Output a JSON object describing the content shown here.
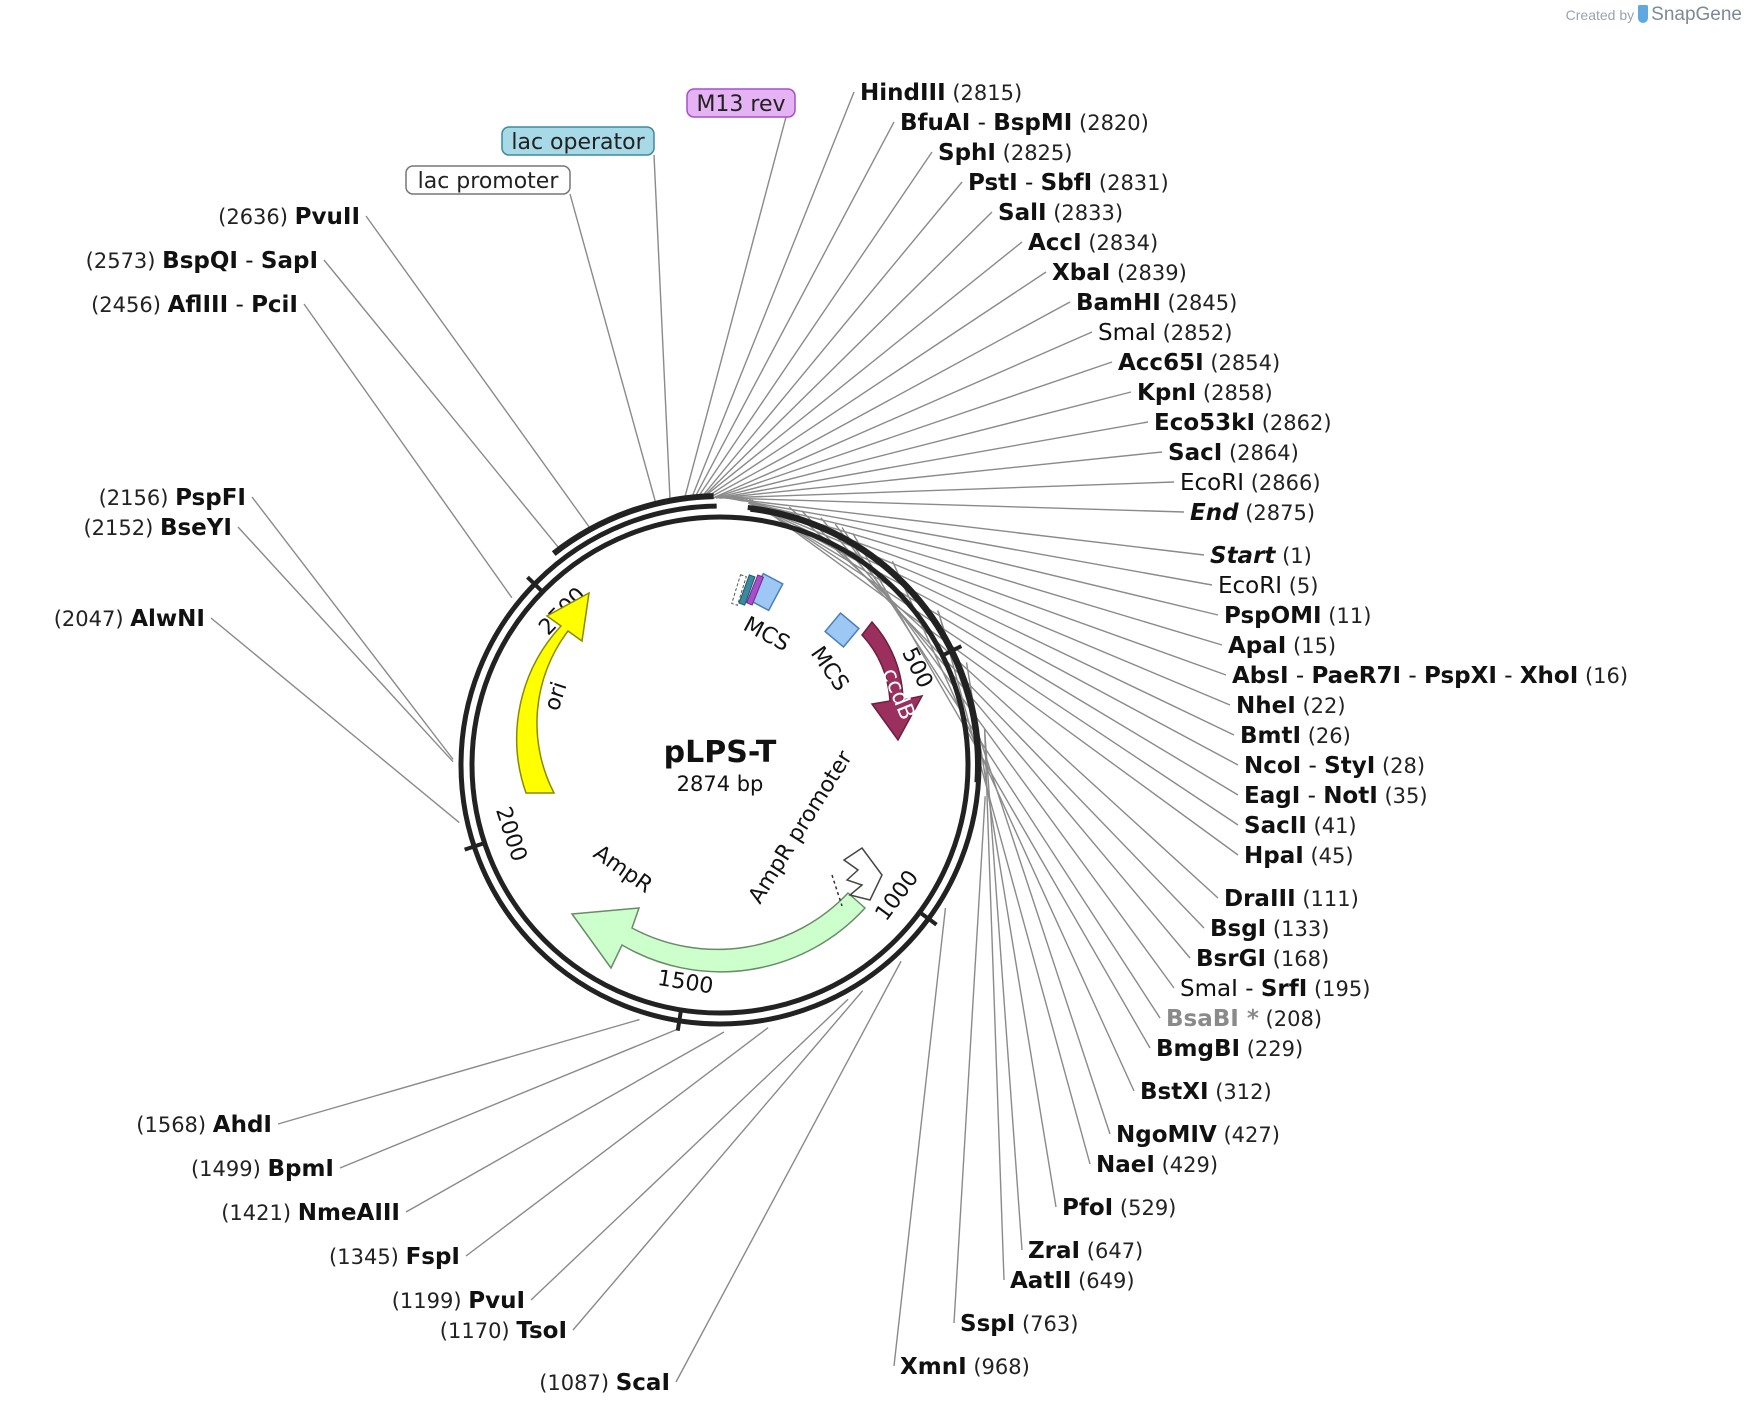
{
  "credit": {
    "prefix": "Created by",
    "brand": "SnapGene"
  },
  "plasmid": {
    "name": "pLPS-T",
    "length_label": "2874 bp",
    "length": 2874
  },
  "ticks": [
    "500",
    "1000",
    "1500",
    "2000",
    "2500"
  ],
  "boxed_features": [
    {
      "label": "M13 rev",
      "fill": "#e5b3f4",
      "stroke": "#a64fc9",
      "pos": 2803
    },
    {
      "label": "lac operator",
      "fill": "#a8d9e6",
      "stroke": "#3b8aa0",
      "pos": 2779
    },
    {
      "label": "lac promoter",
      "fill": "#ffffff",
      "stroke": "#777777",
      "pos": 2755
    }
  ],
  "arcs": [
    {
      "label": "ori",
      "fill": "#ffff00",
      "stroke": "#888800"
    },
    {
      "label": "ccdB",
      "fill": "#9b2f5e",
      "stroke": "#7a1f45"
    },
    {
      "label": "AmpR",
      "fill": "#ccffcc",
      "stroke": "#668866"
    },
    {
      "label": "AmpR promoter",
      "fill": "#ffffff",
      "stroke": "#555555"
    },
    {
      "label": "MCS",
      "fill": "#9dc8f5",
      "stroke": "#4a7fb8"
    },
    {
      "label": "MCS",
      "fill": "#9dc8f5",
      "stroke": "#4a7fb8"
    }
  ],
  "sites_right": [
    {
      "names": [
        "HindIII"
      ],
      "pos": "(2815)",
      "n": 2815
    },
    {
      "names": [
        "BfuAI",
        "BspMI"
      ],
      "pos": "(2820)",
      "n": 2820
    },
    {
      "names": [
        "SphI"
      ],
      "pos": "(2825)",
      "n": 2825
    },
    {
      "names": [
        "PstI",
        "SbfI"
      ],
      "pos": "(2831)",
      "n": 2831
    },
    {
      "names": [
        "SalI"
      ],
      "pos": "(2833)",
      "n": 2833
    },
    {
      "names": [
        "AccI"
      ],
      "pos": "(2834)",
      "n": 2834
    },
    {
      "names": [
        "XbaI"
      ],
      "pos": "(2839)",
      "n": 2839
    },
    {
      "names": [
        "BamHI"
      ],
      "pos": "(2845)",
      "n": 2845
    },
    {
      "names": [
        "SmaI"
      ],
      "pos": "(2852)",
      "n": 2852,
      "weight": "normal"
    },
    {
      "names": [
        "Acc65I"
      ],
      "pos": "(2854)",
      "n": 2854
    },
    {
      "names": [
        "KpnI"
      ],
      "pos": "(2858)",
      "n": 2858
    },
    {
      "names": [
        "Eco53kI"
      ],
      "pos": "(2862)",
      "n": 2862
    },
    {
      "names": [
        "SacI"
      ],
      "pos": "(2864)",
      "n": 2864
    },
    {
      "names": [
        "EcoRI"
      ],
      "pos": "(2866)",
      "n": 2866,
      "weight": "normal"
    },
    {
      "names": [
        "End"
      ],
      "pos": "(2875)",
      "n": 2874,
      "style": "italic"
    },
    {
      "names": [
        "Start"
      ],
      "pos": "(1)",
      "n": 1,
      "style": "italic"
    },
    {
      "names": [
        "EcoRI"
      ],
      "pos": "(5)",
      "n": 5,
      "weight": "normal"
    },
    {
      "names": [
        "PspOMI"
      ],
      "pos": "(11)",
      "n": 11
    },
    {
      "names": [
        "ApaI"
      ],
      "pos": "(15)",
      "n": 15
    },
    {
      "names": [
        "AbsI",
        "PaeR7I",
        "PspXI",
        "XhoI"
      ],
      "pos": "(16)",
      "n": 16
    },
    {
      "names": [
        "NheI"
      ],
      "pos": "(22)",
      "n": 22
    },
    {
      "names": [
        "BmtI"
      ],
      "pos": "(26)",
      "n": 26
    },
    {
      "names": [
        "NcoI",
        "StyI"
      ],
      "pos": "(28)",
      "n": 28
    },
    {
      "names": [
        "EagI",
        "NotI"
      ],
      "pos": "(35)",
      "n": 35
    },
    {
      "names": [
        "SacII"
      ],
      "pos": "(41)",
      "n": 41
    },
    {
      "names": [
        "HpaI"
      ],
      "pos": "(45)",
      "n": 45
    },
    {
      "names": [
        "DraIII"
      ],
      "pos": "(111)",
      "n": 111
    },
    {
      "names": [
        "BsgI"
      ],
      "pos": "(133)",
      "n": 133
    },
    {
      "names": [
        "BsrGI"
      ],
      "pos": "(168)",
      "n": 168
    },
    {
      "names": [
        "SmaI",
        "SrfI"
      ],
      "pos": "(195)",
      "n": 195,
      "mixed": true
    },
    {
      "names": [
        "BsaBI *"
      ],
      "pos": "(208)",
      "n": 208,
      "grey": true
    },
    {
      "names": [
        "BmgBI"
      ],
      "pos": "(229)",
      "n": 229
    },
    {
      "names": [
        "BstXI"
      ],
      "pos": "(312)",
      "n": 312
    },
    {
      "names": [
        "NgoMIV"
      ],
      "pos": "(427)",
      "n": 427
    },
    {
      "names": [
        "NaeI"
      ],
      "pos": "(429)",
      "n": 429
    },
    {
      "names": [
        "PfoI"
      ],
      "pos": "(529)",
      "n": 529
    },
    {
      "names": [
        "ZraI"
      ],
      "pos": "(647)",
      "n": 647
    },
    {
      "names": [
        "AatII"
      ],
      "pos": "(649)",
      "n": 649
    },
    {
      "names": [
        "SspI"
      ],
      "pos": "(763)",
      "n": 763
    },
    {
      "names": [
        "XmnI"
      ],
      "pos": "(968)",
      "n": 968
    }
  ],
  "sites_left": [
    {
      "names": [
        "PvuII"
      ],
      "pos": "(2636)",
      "n": 2636
    },
    {
      "names": [
        "BspQI",
        "SapI"
      ],
      "pos": "(2573)",
      "n": 2573
    },
    {
      "names": [
        "AflIII",
        "PciI"
      ],
      "pos": "(2456)",
      "n": 2456
    },
    {
      "names": [
        "PspFI"
      ],
      "pos": "(2156)",
      "n": 2156
    },
    {
      "names": [
        "BseYI"
      ],
      "pos": "(2152)",
      "n": 2152
    },
    {
      "names": [
        "AlwNI"
      ],
      "pos": "(2047)",
      "n": 2047
    },
    {
      "names": [
        "AhdI"
      ],
      "pos": "(1568)",
      "n": 1568
    },
    {
      "names": [
        "BpmI"
      ],
      "pos": "(1499)",
      "n": 1499
    },
    {
      "names": [
        "NmeAIII"
      ],
      "pos": "(1421)",
      "n": 1421
    },
    {
      "names": [
        "FspI"
      ],
      "pos": "(1345)",
      "n": 1345
    },
    {
      "names": [
        "PvuI"
      ],
      "pos": "(1199)",
      "n": 1199
    },
    {
      "names": [
        "TsoI"
      ],
      "pos": "(1170)",
      "n": 1170
    },
    {
      "names": [
        "ScaI"
      ],
      "pos": "(1087)",
      "n": 1087
    }
  ]
}
